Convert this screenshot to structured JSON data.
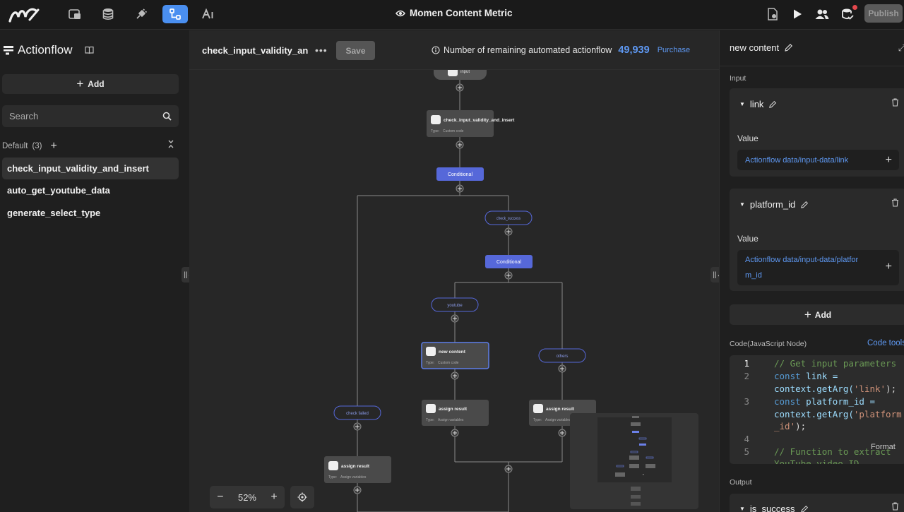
{
  "app": {
    "title": "Momen Content Metric",
    "publish_label": "Publish"
  },
  "sidebar": {
    "title": "Actionflow",
    "add_label": "Add",
    "search_placeholder": "Search",
    "group": {
      "name": "Default",
      "count": "(3)"
    },
    "items": [
      {
        "label": "check_input_validity_and_insert"
      },
      {
        "label": "auto_get_youtube_data"
      },
      {
        "label": "generate_select_type"
      }
    ]
  },
  "canvas": {
    "flow_name": "check_input_validity_and_insert",
    "save_label": "Save",
    "remaining_label": "Number of remaining automated actionflow",
    "remaining_count": "49,939",
    "purchase_label": "Purchase",
    "zoom_level": "52%",
    "nodes": {
      "input": {
        "title": "input"
      },
      "check": {
        "title": "check_input_validity_and_insert",
        "type_label": "Type:",
        "type": "Custom code"
      },
      "cond1": {
        "title": "Conditional"
      },
      "check_success": {
        "title": "check_success"
      },
      "cond2": {
        "title": "Conditional"
      },
      "youtube": {
        "title": "youtube"
      },
      "new_content": {
        "title": "new content",
        "type_label": "Type:",
        "type": "Custom code"
      },
      "others": {
        "title": "others"
      },
      "assign1": {
        "title": "assign result",
        "type_label": "Type:",
        "type": "Assign variables"
      },
      "assign2": {
        "title": "assign result",
        "type_label": "Type:",
        "type": "Assign variables"
      },
      "check_failed": {
        "title": "check failed"
      },
      "assign3": {
        "title": "assign result",
        "type_label": "Type:",
        "type": "Assign variables"
      }
    }
  },
  "panel": {
    "title": "new content",
    "input_label": "Input",
    "params": [
      {
        "name": "link",
        "value_label": "Value",
        "value_line1": "Actionflow data/input-data/link",
        "value_line2": ""
      },
      {
        "name": "platform_id",
        "value_label": "Value",
        "value_line1": "Actionflow data/input-data/platfor",
        "value_line2": "m_id"
      }
    ],
    "add_label": "Add",
    "code_label": "Code(JavaScript Node)",
    "code_tools_label": "Code tools",
    "format_label": "Format",
    "output_label": "Output",
    "output_param": "is_success",
    "code": {
      "l1_comment": "// Get input parameters",
      "l2_kw": "const",
      "l2_rest": " link =",
      "l2b": "context.getArg(",
      "l2b_str": "'link'",
      "l2b_end": ");",
      "l3_kw": "const",
      "l3_rest": " platform_id =",
      "l3b": "context.getArg(",
      "l3b_str": "'platform",
      "l3c_str": "_id'",
      "l3c_end": ");",
      "l5_comment": "// Function to extract",
      "l6_comment": "YouTube video ID",
      "line_numbers": [
        "1",
        "2",
        "3",
        "4",
        "5"
      ]
    }
  },
  "colors": {
    "accent": "#4a8ff0",
    "link": "#5e98f2",
    "conditional": "#5668d9"
  }
}
